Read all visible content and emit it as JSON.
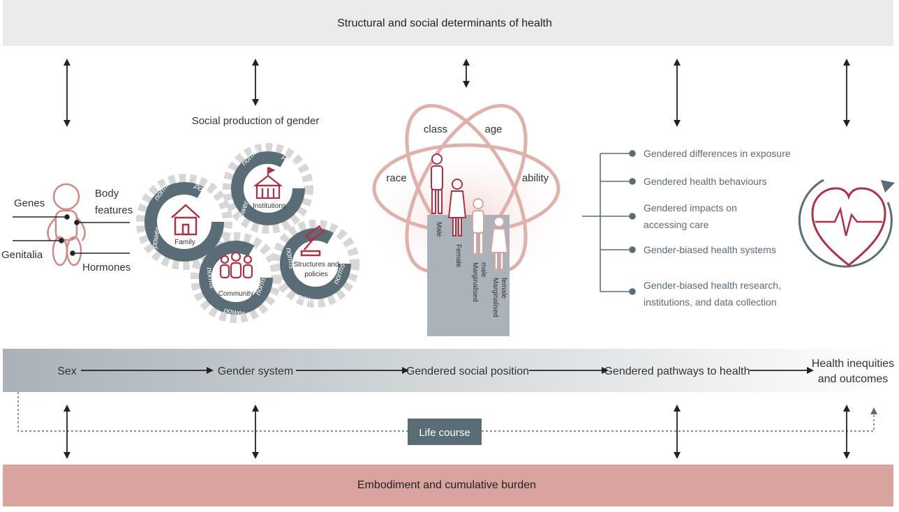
{
  "top_banner": "Structural and social determinants of health",
  "bottom_banner": "Embodiment and cumulative burden",
  "life_course": "Life course",
  "stages": [
    "Sex",
    "Gender system",
    "Gendered social position",
    "Gendered pathways to health",
    "Health inequities",
    "and outcomes"
  ],
  "sex": {
    "genes": "Genes",
    "body": "Body",
    "features": "features",
    "genitalia": "Genitalia",
    "hormones": "Hormones"
  },
  "gender": {
    "heading": "Social production of gender",
    "family": "Family",
    "community": "Community",
    "institutions": "Institutions",
    "structures_1": "Structures and",
    "structures_2": "policies",
    "norms": "norms",
    "power": "power"
  },
  "position": {
    "class": "class",
    "age": "age",
    "race": "race",
    "ability": "ability",
    "steps": [
      "Male",
      "Female",
      "Marginalised",
      "male",
      "Marginalised",
      "female"
    ]
  },
  "pathways": [
    "Gendered differences in exposure",
    "Gendered health behaviours",
    "Gendered impacts on",
    "accessing care",
    "Gender-biased health systems",
    "Gender-biased health research,",
    "institutions, and data collection"
  ],
  "colors": {
    "top_banner_bg": "#ebebeb",
    "bottom_banner_bg": "#d9a3a0",
    "slate": "#5a6d77",
    "accent": "#b03045",
    "orbit": "#e0b0aa"
  }
}
